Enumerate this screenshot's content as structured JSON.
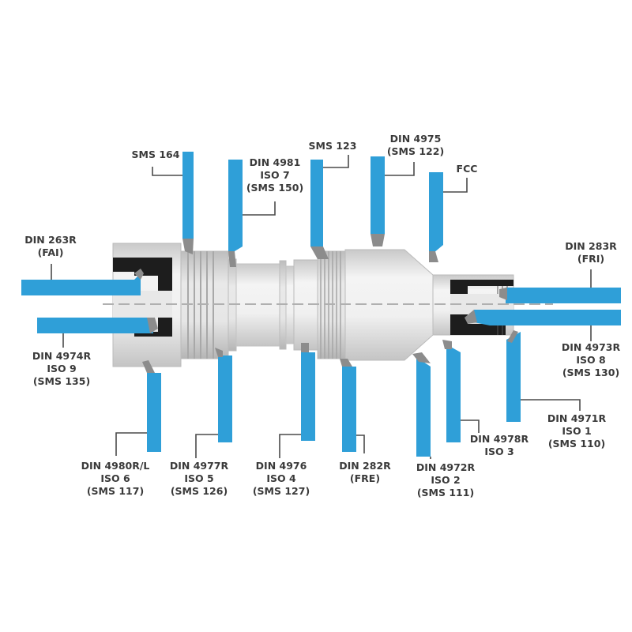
{
  "colors": {
    "tool": "#2f9fd8",
    "tip": "#8c8c8c",
    "part_light": "#f3f3f3",
    "part_mid": "#d6d6d6",
    "part_dark": "#b8b8b8",
    "section": "#1d1d1d",
    "leader": "#4a4a4a",
    "text": "#3a3a3a"
  },
  "labels": {
    "sms164": [
      "SMS 164"
    ],
    "din4981": [
      "DIN 4981",
      "ISO 7",
      "(SMS 150)"
    ],
    "sms123": [
      "SMS 123"
    ],
    "din4975": [
      "DIN 4975",
      "(SMS 122)"
    ],
    "fcc": [
      "FCC"
    ],
    "din263r": [
      "DIN 263R",
      "(FAI)"
    ],
    "din283r": [
      "DIN 283R",
      "(FRI)"
    ],
    "din4974r": [
      "DIN 4974R",
      "ISO 9",
      "(SMS 135)"
    ],
    "din4973r": [
      "DIN 4973R",
      "ISO 8",
      "(SMS 130)"
    ],
    "din4971r": [
      "DIN 4971R",
      "ISO 1",
      "(SMS 110)"
    ],
    "din4978r": [
      "DIN 4978R",
      "ISO 3"
    ],
    "din4980r": [
      "DIN 4980R/L",
      "ISO 6",
      "(SMS 117)"
    ],
    "din4977r": [
      "DIN 4977R",
      "ISO 5",
      "(SMS 126)"
    ],
    "din4976": [
      "DIN 4976",
      "ISO 4",
      "(SMS 127)"
    ],
    "din282r": [
      "DIN 282R",
      "(FRE)"
    ],
    "din4972r": [
      "DIN 4972R",
      "ISO 2",
      "(SMS 111)"
    ]
  }
}
